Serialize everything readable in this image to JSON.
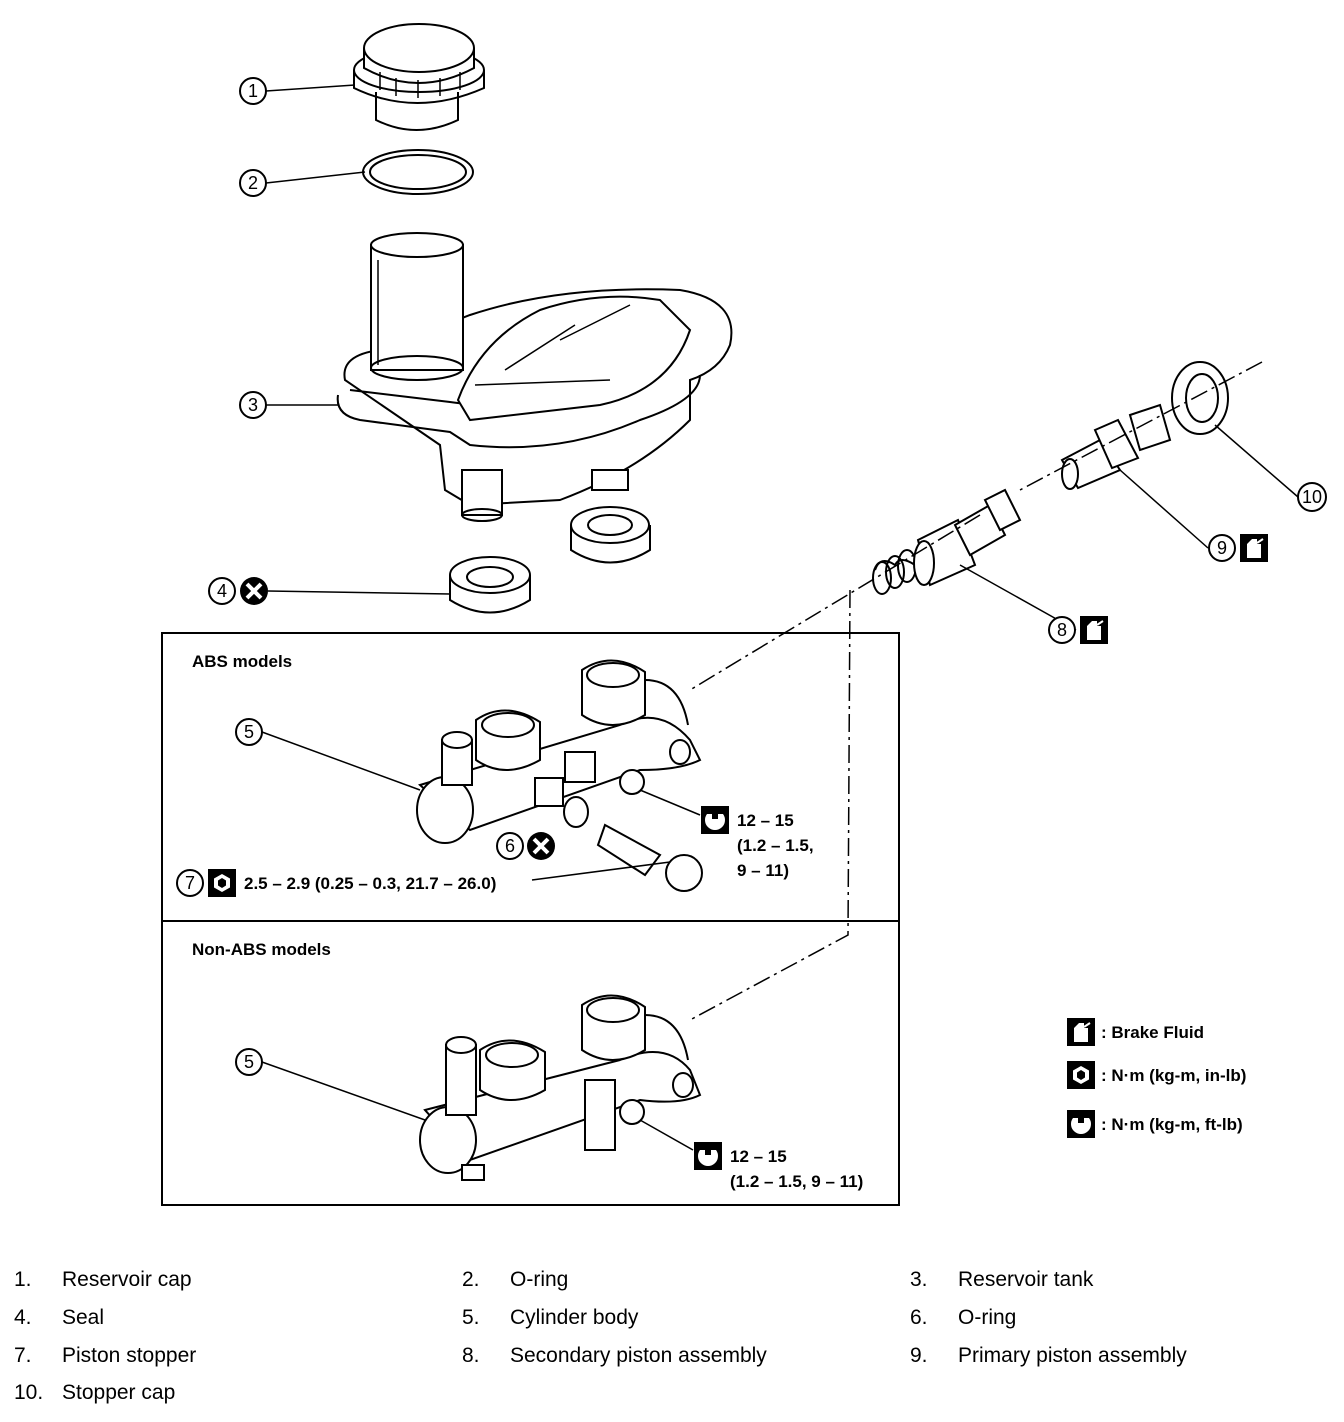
{
  "sections": {
    "abs": "ABS models",
    "non_abs": "Non-ABS models"
  },
  "callouts": [
    "1",
    "2",
    "3",
    "4",
    "5",
    "5",
    "6",
    "7",
    "8",
    "9",
    "10"
  ],
  "torque": {
    "abs_line1": "12 – 15",
    "abs_line2": "(1.2 – 1.5,",
    "abs_line3": "9 – 11)",
    "stopper": "2.5 – 2.9 (0.25 – 0.3, 21.7 – 26.0)",
    "nonabs_line1": "12 – 15",
    "nonabs_line2": "(1.2 – 1.5, 9 – 11)"
  },
  "legend": {
    "brake_fluid": ": Brake Fluid",
    "in_lb": ": N·m (kg-m, in-lb)",
    "ft_lb": ": N·m (kg-m, ft-lb)"
  },
  "icons": {
    "not_reusable": "x-circle-icon",
    "brake_fluid": "brake-fluid-icon",
    "torque_in_lb": "torque-in-lb-icon",
    "torque_ft_lb": "torque-ft-lb-icon"
  },
  "parts": [
    {
      "num": "1.",
      "label": "Reservoir cap"
    },
    {
      "num": "2.",
      "label": "O-ring"
    },
    {
      "num": "3.",
      "label": "Reservoir tank"
    },
    {
      "num": "4.",
      "label": "Seal"
    },
    {
      "num": "5.",
      "label": "Cylinder body"
    },
    {
      "num": "6.",
      "label": "O-ring"
    },
    {
      "num": "7.",
      "label": "Piston stopper"
    },
    {
      "num": "8.",
      "label": "Secondary piston assembly"
    },
    {
      "num": "9.",
      "label": "Primary piston assembly"
    },
    {
      "num": "10.",
      "label": "Stopper cap"
    }
  ]
}
